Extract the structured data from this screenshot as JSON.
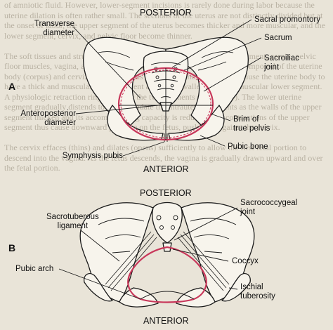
{
  "background_text": "of amniotic fluid. However, lower-segment incisions is rarely done during labor because the uterine dilation is often rather small. The sections of the uterus are not distinctly divided but at the onset of labor, the upper segment of the uterus becomes thicker and more muscular, and the lower segment, cervix, and pelvic floor become thinner.\n\nThe soft tissues and structures of the pelvis include the lower uterine segment, cervix, pelvic floor muscles, vagina, and introitus. Before labor begins, the uterus is composed of the uterine body (corpus) and cervix. After labor has started, uterine contractions cause the uterine body to have a thick and muscular upper segment and a thin-walled, passive, muscular lower segment. A physiologic retraction ring separates the two segments (Fig. 11-10). The lower uterine segment gradually distends to accommodate the intrauterine contents as the walls of the upper segment thicken and its accommodating capacity is reduced. The contractions of the upper segment thus cause downward pressure on the fetus, pushing it against the cervix.\n\nThe cervix effaces (thins) and dilates (opens) sufficiently to allow the first fetal portion to descend into the vagina. As the fetus descends, the vagina is gradually drawn upward and over the fetal portion.",
  "panel_a": {
    "letter": "A",
    "top_caption": "POSTERIOR",
    "bottom_caption": "ANTERIOR",
    "labels": {
      "transverse_diameter": "Transverse\ndiameter",
      "sacral_promontory": "Sacral promontory",
      "sacrum": "Sacrum",
      "sacroiliac_joint": "Sacroiliac\njoint",
      "anteroposterior_diameter": "Anteroposterior\ndiameter",
      "brim_of_true_pelvis": "Brim of\ntrue pelvis",
      "symphysis_pubis": "Symphysis pubis",
      "pubic_bone": "Pubic bone"
    }
  },
  "panel_b": {
    "letter": "B",
    "top_caption": "POSTERIOR",
    "bottom_caption": "ANTERIOR",
    "labels": {
      "sacrococcygeal_joint": "Sacrococcygeal\njoint",
      "sacrotuberous_ligament": "Sacrotuberous\nligament",
      "coccyx": "Coccyx",
      "pubic_arch": "Pubic arch",
      "ischial_tuberosity": "Ischial\ntuberosity"
    }
  },
  "colors": {
    "background": "#e9e4d8",
    "bone_fill": "#f7f4ec",
    "outline": "#1a1a1a",
    "brim": "#c8375a"
  }
}
